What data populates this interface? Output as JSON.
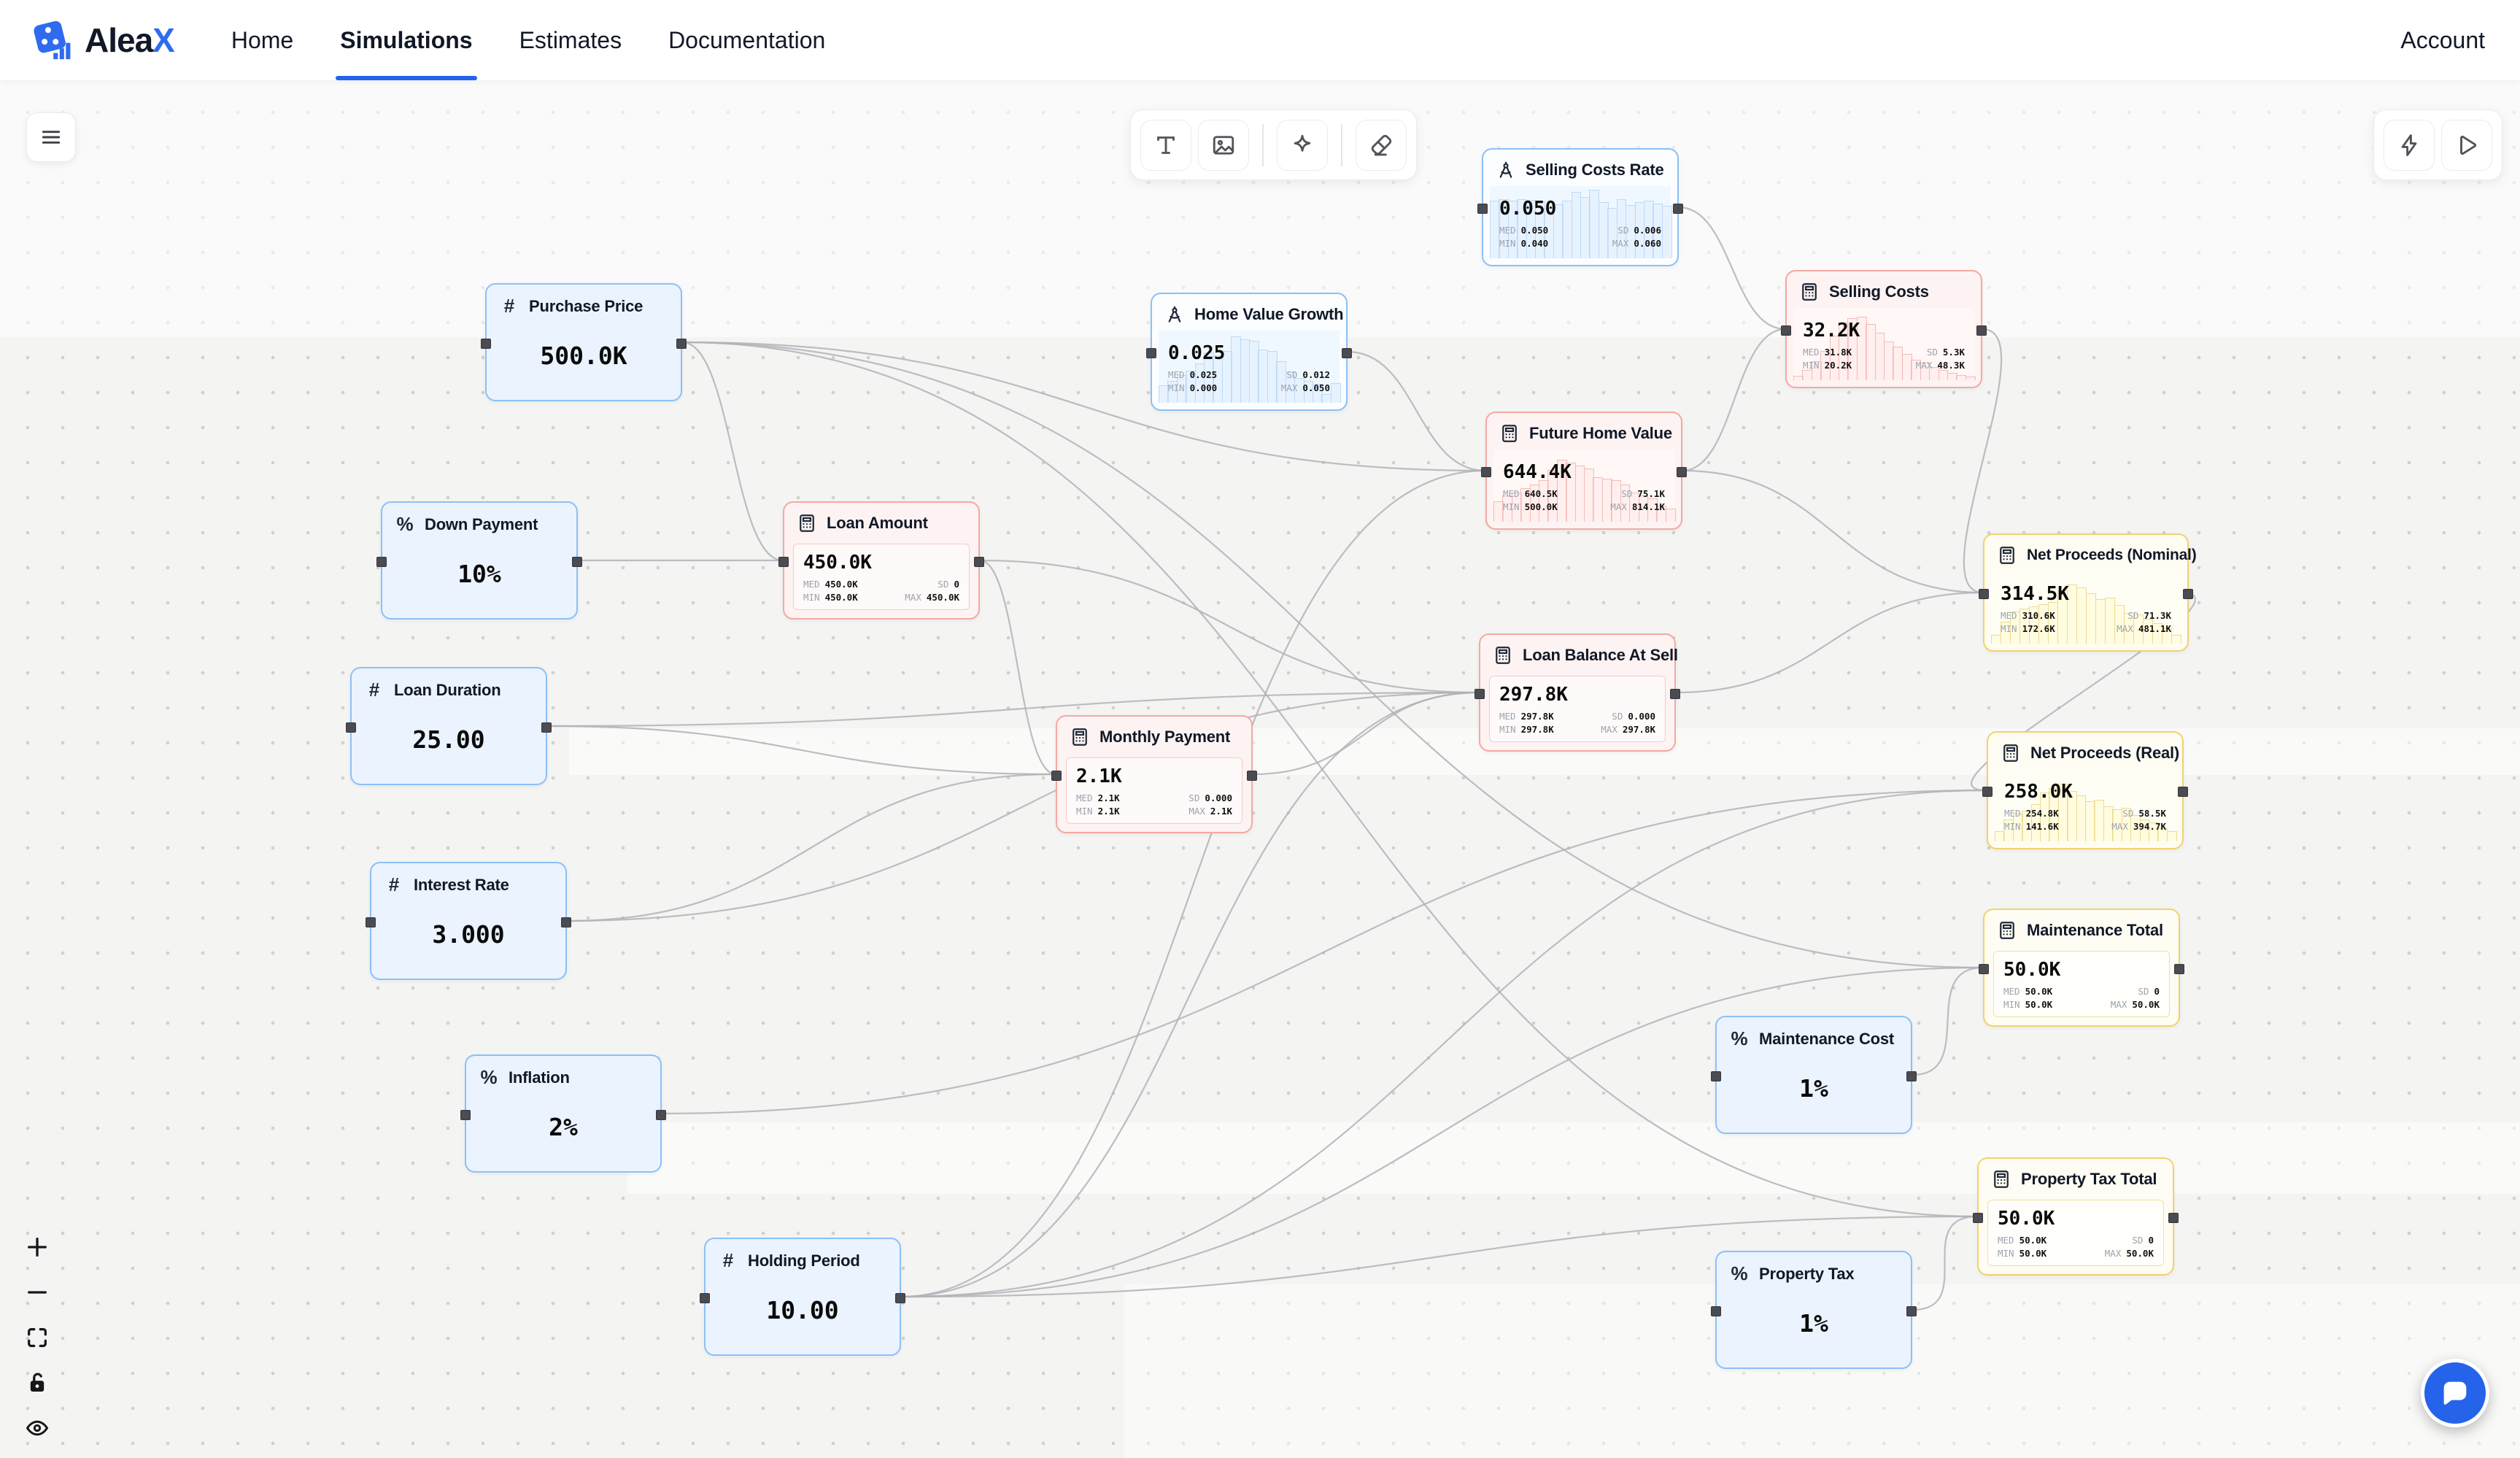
{
  "nav": {
    "brand": "AleaX",
    "brand_main": "Alea",
    "brand_accent": "X",
    "items": [
      {
        "label": "Home",
        "active": false
      },
      {
        "label": "Simulations",
        "active": true
      },
      {
        "label": "Estimates",
        "active": false
      },
      {
        "label": "Documentation",
        "active": false
      }
    ],
    "account": "Account"
  },
  "canvas_toolbar": {
    "buttons": [
      "text-tool",
      "image-tool",
      "sparkle-tool",
      "eraser-tool"
    ]
  },
  "run_toolbar": {
    "buttons": [
      "quick-run",
      "run"
    ]
  },
  "zoom_controls": [
    "zoom-in",
    "zoom-out",
    "fit-view",
    "unlock",
    "visibility"
  ],
  "stat_labels": {
    "med": "MED",
    "min": "MIN",
    "sd": "SD",
    "max": "MAX"
  },
  "icons": {
    "hash": "#",
    "percent": "%"
  },
  "colors": {
    "accent_blue": "#2563eb",
    "node_blue_border": "#8cc0f8",
    "node_red_border": "#f5a8a2",
    "node_yellow_border": "#f2d26c",
    "edge": "#b1b1b7",
    "chat_fab": "#2563eb"
  },
  "nodes": {
    "selling_costs_rate": {
      "title": "Selling Costs Rate",
      "value": "0.050",
      "kind": "distribution",
      "stats": {
        "med": "0.050",
        "min": "0.040",
        "sd": "0.006",
        "max": "0.060"
      },
      "hist": [
        0.8,
        0.82,
        0.8,
        0.82,
        0.81,
        0.79,
        0.7,
        0.75,
        0.8,
        0.92,
        0.85,
        0.95,
        0.78,
        0.7,
        0.82,
        0.74,
        0.78,
        0.8,
        0.76,
        0.73
      ]
    },
    "purchase_price": {
      "title": "Purchase Price",
      "value": "500.0K",
      "kind": "number-input"
    },
    "home_value_growth": {
      "title": "Home Value Growth",
      "value": "0.025",
      "kind": "distribution",
      "stats": {
        "med": "0.025",
        "min": "0.000",
        "sd": "0.012",
        "max": "0.050"
      },
      "hist": [
        0.24,
        0.3,
        0.38,
        0.44,
        0.55,
        0.7,
        0.66,
        0.72,
        0.92,
        0.88,
        0.86,
        0.74,
        0.72,
        0.58,
        0.42,
        0.34,
        0.3,
        0.26,
        0.12,
        0.27
      ]
    },
    "selling_costs": {
      "title": "Selling Costs",
      "value": "32.2K",
      "kind": "computed",
      "stats": {
        "med": "31.8K",
        "min": "20.2K",
        "sd": "5.3K",
        "max": "48.3K"
      },
      "hist": [
        0.06,
        0.14,
        0.26,
        0.4,
        0.62,
        0.8,
        0.86,
        0.88,
        0.78,
        0.66,
        0.54,
        0.46,
        0.36,
        0.28,
        0.24,
        0.18,
        0.14,
        0.1,
        0.07,
        0.05
      ]
    },
    "future_home_value": {
      "title": "Future Home Value",
      "value": "644.4K",
      "kind": "computed",
      "stats": {
        "med": "640.5K",
        "min": "500.0K",
        "sd": "75.1K",
        "max": "814.1K"
      },
      "hist": [
        0.28,
        0.36,
        0.4,
        0.46,
        0.52,
        0.58,
        0.72,
        0.86,
        0.82,
        0.78,
        0.74,
        0.62,
        0.6,
        0.58,
        0.52,
        0.4,
        0.36,
        0.32,
        0.22,
        0.18
      ]
    },
    "down_payment": {
      "title": "Down Payment",
      "value": "10%",
      "kind": "percent-input"
    },
    "loan_amount": {
      "title": "Loan Amount",
      "value": "450.0K",
      "kind": "computed",
      "stats": {
        "med": "450.0K",
        "min": "450.0K",
        "sd": "0",
        "max": "450.0K"
      }
    },
    "loan_duration": {
      "title": "Loan Duration",
      "value": "25.00",
      "kind": "number-input"
    },
    "net_proceeds_nominal": {
      "title": "Net Proceeds (Nominal)",
      "value": "314.5K",
      "kind": "computed",
      "stats": {
        "med": "310.6K",
        "min": "172.6K",
        "sd": "71.3K",
        "max": "481.1K"
      },
      "hist": [
        0.12,
        0.3,
        0.44,
        0.48,
        0.52,
        0.55,
        0.58,
        0.74,
        0.82,
        0.78,
        0.7,
        0.62,
        0.64,
        0.54,
        0.42,
        0.4,
        0.34,
        0.28,
        0.22,
        0.12
      ]
    },
    "loan_balance_at_sell": {
      "title": "Loan Balance At Sell",
      "value": "297.8K",
      "kind": "computed",
      "stats": {
        "med": "297.8K",
        "min": "297.8K",
        "sd": "0.000",
        "max": "297.8K"
      }
    },
    "monthly_payment": {
      "title": "Monthly Payment",
      "value": "2.1K",
      "kind": "computed",
      "stats": {
        "med": "2.1K",
        "min": "2.1K",
        "sd": "0.000",
        "max": "2.1K"
      }
    },
    "net_proceeds_real": {
      "title": "Net Proceeds (Real)",
      "value": "258.0K",
      "kind": "computed",
      "stats": {
        "med": "254.8K",
        "min": "141.6K",
        "sd": "58.5K",
        "max": "394.7K"
      },
      "hist": [
        0.14,
        0.3,
        0.38,
        0.42,
        0.52,
        0.68,
        0.74,
        0.8,
        0.7,
        0.64,
        0.56,
        0.58,
        0.48,
        0.44,
        0.46,
        0.36,
        0.3,
        0.26,
        0.18,
        0.14
      ]
    },
    "interest_rate": {
      "title": "Interest Rate",
      "value": "3.000",
      "kind": "number-input"
    },
    "maintenance_total": {
      "title": "Maintenance Total",
      "value": "50.0K",
      "kind": "computed",
      "stats": {
        "med": "50.0K",
        "min": "50.0K",
        "sd": "0",
        "max": "50.0K"
      }
    },
    "inflation": {
      "title": "Inflation",
      "value": "2%",
      "kind": "percent-input"
    },
    "maintenance_cost": {
      "title": "Maintenance Cost",
      "value": "1%",
      "kind": "percent-input"
    },
    "property_tax_total": {
      "title": "Property Tax Total",
      "value": "50.0K",
      "kind": "computed",
      "stats": {
        "med": "50.0K",
        "min": "50.0K",
        "sd": "0",
        "max": "50.0K"
      }
    },
    "holding_period": {
      "title": "Holding Period",
      "value": "10.00",
      "kind": "number-input"
    },
    "property_tax": {
      "title": "Property Tax",
      "value": "1%",
      "kind": "percent-input"
    }
  },
  "edges": [
    {
      "from": "purchase_price",
      "to": "loan_amount"
    },
    {
      "from": "down_payment",
      "to": "loan_amount"
    },
    {
      "from": "purchase_price",
      "to": "future_home_value"
    },
    {
      "from": "home_value_growth",
      "to": "future_home_value"
    },
    {
      "from": "holding_period",
      "to": "future_home_value"
    },
    {
      "from": "selling_costs_rate",
      "to": "selling_costs"
    },
    {
      "from": "future_home_value",
      "to": "selling_costs"
    },
    {
      "from": "loan_amount",
      "to": "monthly_payment"
    },
    {
      "from": "loan_duration",
      "to": "monthly_payment"
    },
    {
      "from": "interest_rate",
      "to": "monthly_payment"
    },
    {
      "from": "loan_amount",
      "to": "loan_balance_at_sell"
    },
    {
      "from": "loan_duration",
      "to": "loan_balance_at_sell"
    },
    {
      "from": "interest_rate",
      "to": "loan_balance_at_sell"
    },
    {
      "from": "holding_period",
      "to": "loan_balance_at_sell"
    },
    {
      "from": "monthly_payment",
      "to": "loan_balance_at_sell"
    },
    {
      "from": "future_home_value",
      "to": "net_proceeds_nominal"
    },
    {
      "from": "selling_costs",
      "to": "net_proceeds_nominal"
    },
    {
      "from": "loan_balance_at_sell",
      "to": "net_proceeds_nominal"
    },
    {
      "from": "net_proceeds_nominal",
      "to": "net_proceeds_real"
    },
    {
      "from": "inflation",
      "to": "net_proceeds_real"
    },
    {
      "from": "holding_period",
      "to": "net_proceeds_real"
    },
    {
      "from": "purchase_price",
      "to": "maintenance_total"
    },
    {
      "from": "maintenance_cost",
      "to": "maintenance_total"
    },
    {
      "from": "holding_period",
      "to": "maintenance_total"
    },
    {
      "from": "purchase_price",
      "to": "property_tax_total"
    },
    {
      "from": "property_tax",
      "to": "property_tax_total"
    },
    {
      "from": "holding_period",
      "to": "property_tax_total"
    }
  ]
}
